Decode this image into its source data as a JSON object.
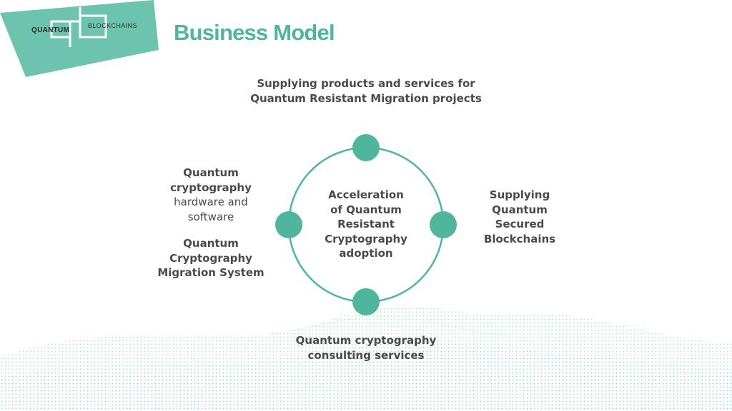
{
  "logo": {
    "word_quantum": "QUANTUM",
    "word_blockchains": "BLOCKCHAINS"
  },
  "title": "Business Model",
  "subtitle": {
    "line1": "Supplying products and services for",
    "line2": "Quantum Resistant Migration projects"
  },
  "center": {
    "lines": [
      "Acceleration",
      "of Quantum",
      "Resistant",
      "Cryptography",
      "adoption"
    ]
  },
  "right": {
    "lines": [
      "Supplying",
      "Quantum",
      "Secured",
      "Blockchains"
    ]
  },
  "left_top": {
    "bold_lines": [
      "Quantum",
      "cryptography"
    ],
    "normal_lines": [
      "hardware and",
      "software"
    ]
  },
  "left_bottom": {
    "lines": [
      "Quantum",
      "Cryptography",
      "Migration System"
    ]
  },
  "bottom": {
    "lines": [
      "Quantum cryptography",
      "consulting services"
    ]
  },
  "colors": {
    "accent": "#4fb59c",
    "node": "#4fb59c",
    "text": "#4a4a4a",
    "logo_bg": "#6cc3ae"
  }
}
